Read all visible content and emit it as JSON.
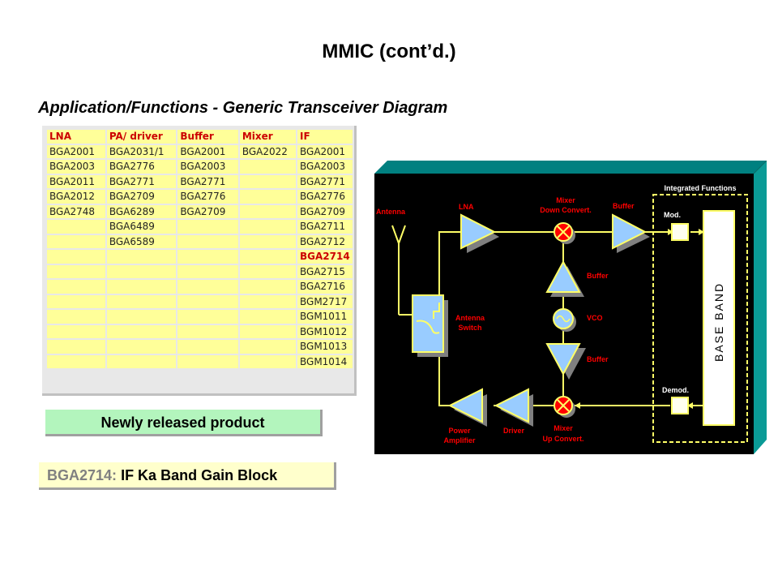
{
  "title": "MMIC (cont’d.)",
  "subtitle": "Application/Functions - Generic Transceiver Diagram",
  "table": {
    "headers": [
      "LNA",
      "PA/ driver",
      "Buffer",
      "Mixer",
      "IF"
    ],
    "rows": [
      [
        "BGA2001",
        "BGA2031/1",
        "BGA2001",
        "BGA2022",
        "BGA2001"
      ],
      [
        "BGA2003",
        "BGA2776",
        "BGA2003",
        "",
        "BGA2003"
      ],
      [
        "BGA2011",
        "BGA2771",
        "BGA2771",
        "",
        "BGA2771"
      ],
      [
        "BGA2012",
        "BGA2709",
        "BGA2776",
        "",
        "BGA2776"
      ],
      [
        "BGA2748",
        "BGA6289",
        "BGA2709",
        "",
        "BGA2709"
      ],
      [
        "",
        "BGA6489",
        "",
        "",
        "BGA2711"
      ],
      [
        "",
        "BGA6589",
        "",
        "",
        "BGA2712"
      ],
      [
        "",
        "",
        "",
        "",
        "BGA2714"
      ],
      [
        "",
        "",
        "",
        "",
        "BGA2715"
      ],
      [
        "",
        "",
        "",
        "",
        "BGA2716"
      ],
      [
        "",
        "",
        "",
        "",
        "BGM2717"
      ],
      [
        "",
        "",
        "",
        "",
        "BGM1011"
      ],
      [
        "",
        "",
        "",
        "",
        "BGM1012"
      ],
      [
        "",
        "",
        "",
        "",
        "BGM1013"
      ],
      [
        "",
        "",
        "",
        "",
        "BGM1014"
      ]
    ],
    "highlighted_cell": "BGA2714"
  },
  "legend_new": "Newly  released product",
  "product_note": {
    "part": "BGA2714:",
    "description": "IF Ka Band Gain Block"
  },
  "diagram": {
    "labels": {
      "antenna": "Antenna",
      "lna": "LNA",
      "mixer_down_1": "Mixer",
      "mixer_down_2": "Down Convert.",
      "buffer_top": "Buffer",
      "buffer_mid_up": "Buffer",
      "vco": "VCO",
      "buffer_mid_down": "Buffer",
      "antenna_switch_1": "Antenna",
      "antenna_switch_2": "Switch",
      "power_amp_1": "Power",
      "power_amp_2": "Amplifier",
      "driver": "Driver",
      "mixer_up_1": "Mixer",
      "mixer_up_2": "Up Convert.",
      "integrated_functions": "Integrated Functions",
      "mod": "Mod.",
      "demod": "Demod.",
      "base_band": "BASE BAND"
    },
    "colors": {
      "frame": "#008080",
      "background": "#000000",
      "wire": "#ffff66",
      "block_fill": "#99ccff",
      "mixer_fill": "#ff0000",
      "label_red": "#ff0000",
      "label_white": "#ffffff"
    }
  }
}
